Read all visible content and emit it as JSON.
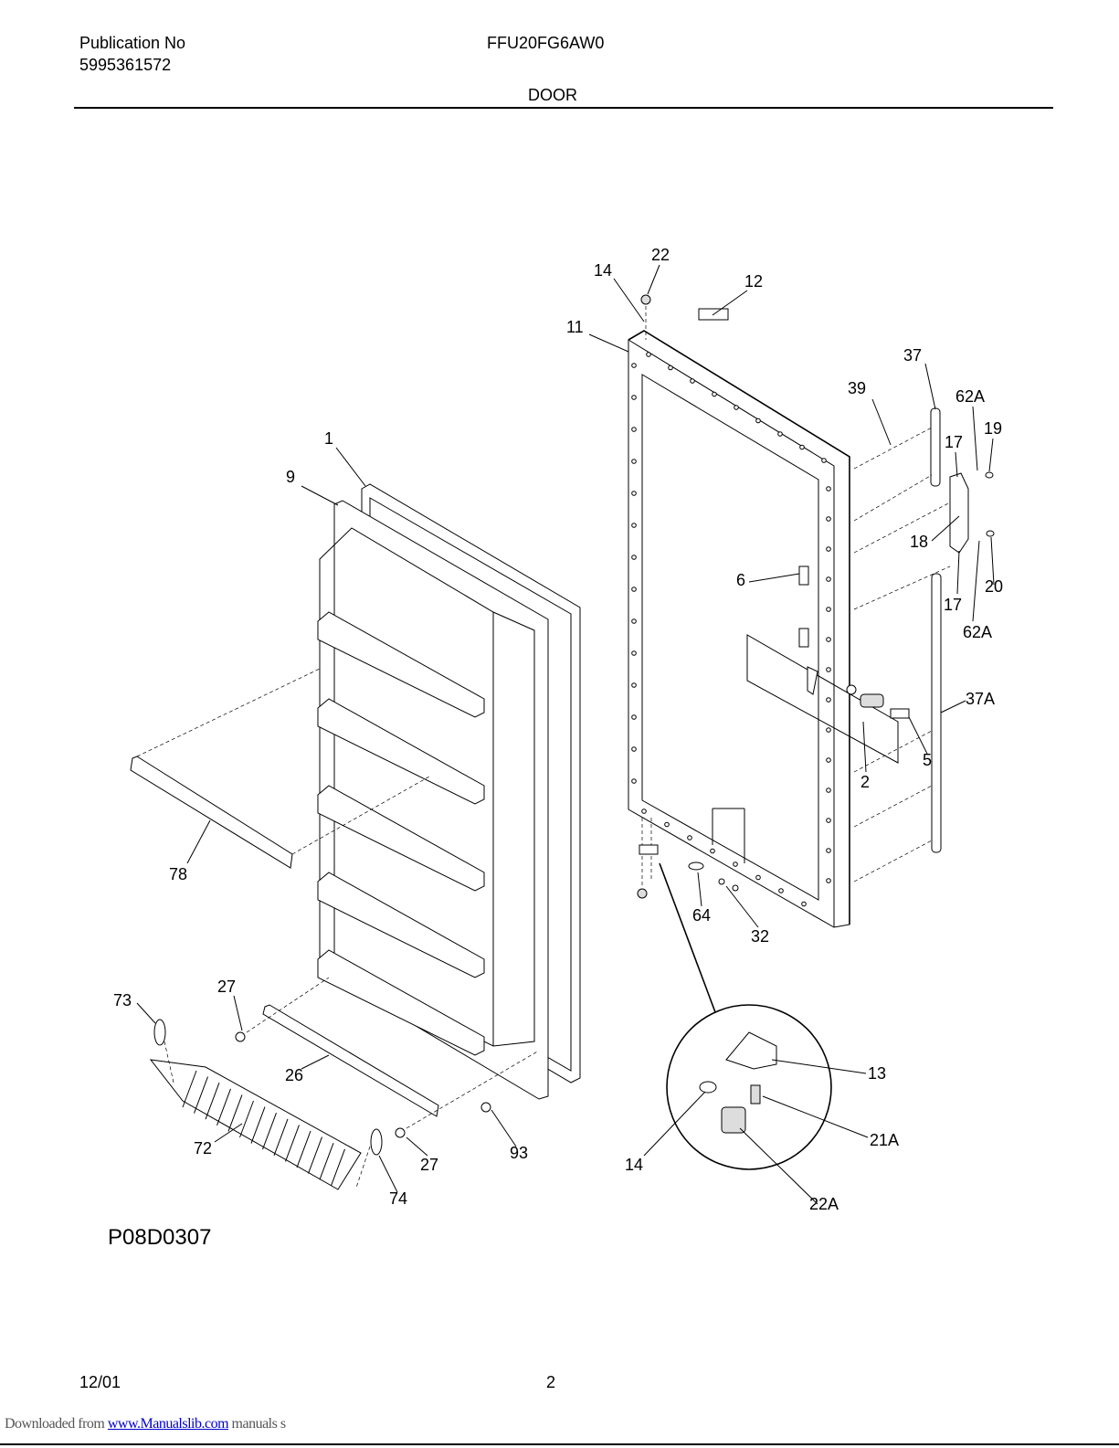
{
  "header": {
    "publication_label": "Publication No",
    "publication_number": "5995361572",
    "model": "FFU20FG6AW0",
    "section": "DOOR"
  },
  "diagram": {
    "code": "P08D0307",
    "callouts": [
      "22",
      "14",
      "12",
      "11",
      "37",
      "39",
      "62A",
      "19",
      "17",
      "1",
      "9",
      "18",
      "6",
      "20",
      "17",
      "62A",
      "37A",
      "5",
      "2",
      "78",
      "64",
      "32",
      "27",
      "73",
      "13",
      "26",
      "21A",
      "72",
      "93",
      "27",
      "14",
      "74",
      "22A"
    ]
  },
  "footer": {
    "date": "12/01",
    "page": "2",
    "downloaded_prefix": "Downloaded from",
    "link": "www.Manualslib.com",
    "suffix": "manuals s"
  },
  "colors": {
    "link": "#0000cc"
  }
}
